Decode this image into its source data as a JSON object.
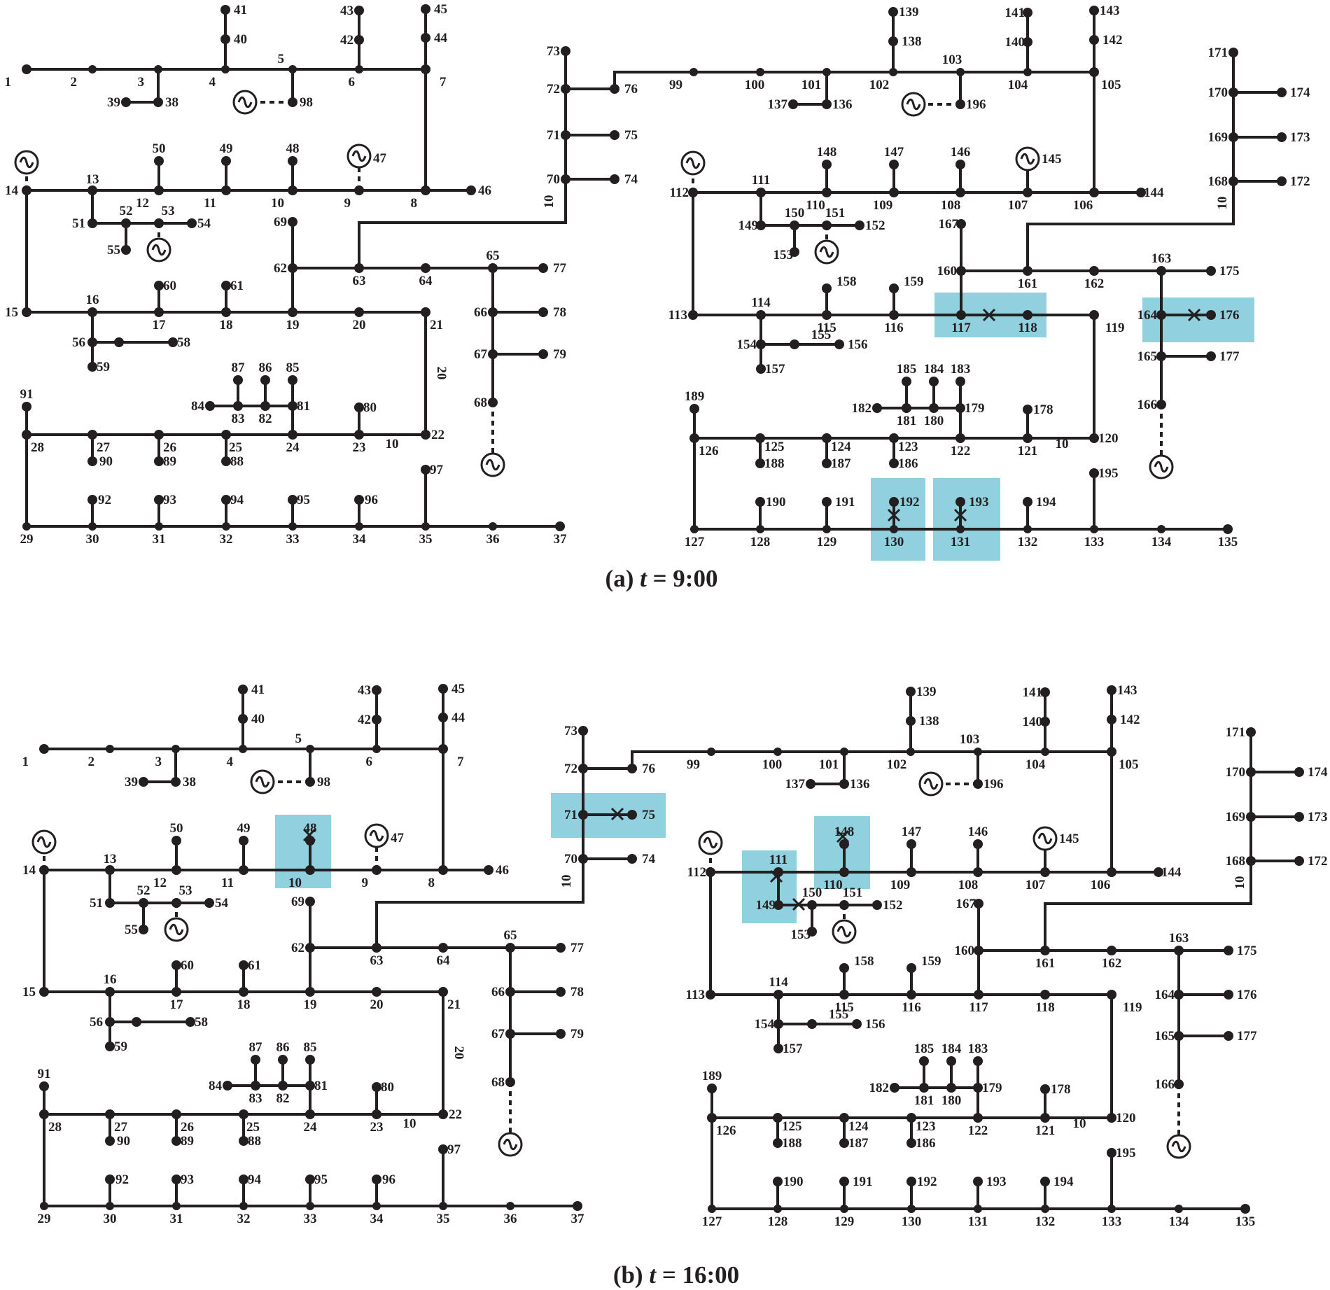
{
  "panels": [
    {
      "id": "a",
      "caption_prefix": "(a) ",
      "caption_var": "t",
      "caption_rest": " = 9:00"
    },
    {
      "id": "b",
      "caption_prefix": "(b) ",
      "caption_var": "t",
      "caption_rest": " = 16:00"
    }
  ],
  "line_length_labels": [
    "10",
    "20",
    "10",
    "10",
    "10",
    "10"
  ],
  "colors": {
    "line": "#231f20",
    "highlight": "#7ec8d8"
  },
  "icons": [
    "generator-icon",
    "open-switch-icon"
  ],
  "open_switches": {
    "a": [
      [
        "117",
        "118"
      ],
      [
        "164",
        "176"
      ],
      [
        "130",
        "192"
      ],
      [
        "131",
        "193"
      ]
    ],
    "b": [
      [
        "10",
        "48"
      ],
      [
        "71",
        "75"
      ],
      [
        "110",
        "148"
      ],
      [
        "111",
        "149"
      ],
      [
        "149",
        "150"
      ]
    ]
  }
}
